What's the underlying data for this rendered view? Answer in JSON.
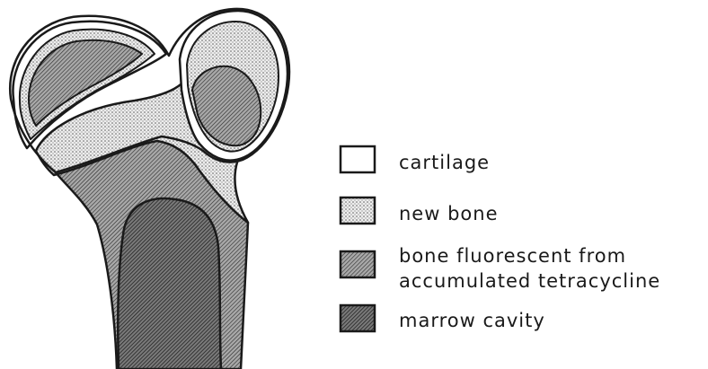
{
  "figure": {
    "colors": {
      "ink": "#1a1a1a",
      "cartilage": "#ffffff",
      "new_bone": "#dcdcdc",
      "fluorescent": "#9a9a9a",
      "marrow": "#7a7a7a"
    }
  },
  "legend": {
    "items": [
      {
        "key": "cartilage",
        "lines": [
          "cartilage"
        ]
      },
      {
        "key": "new_bone",
        "lines": [
          "new bone"
        ]
      },
      {
        "key": "fluorescent",
        "lines": [
          "bone fluorescent from",
          "accumulated tetracycline"
        ]
      },
      {
        "key": "marrow",
        "lines": [
          "marrow cavity"
        ]
      }
    ]
  }
}
